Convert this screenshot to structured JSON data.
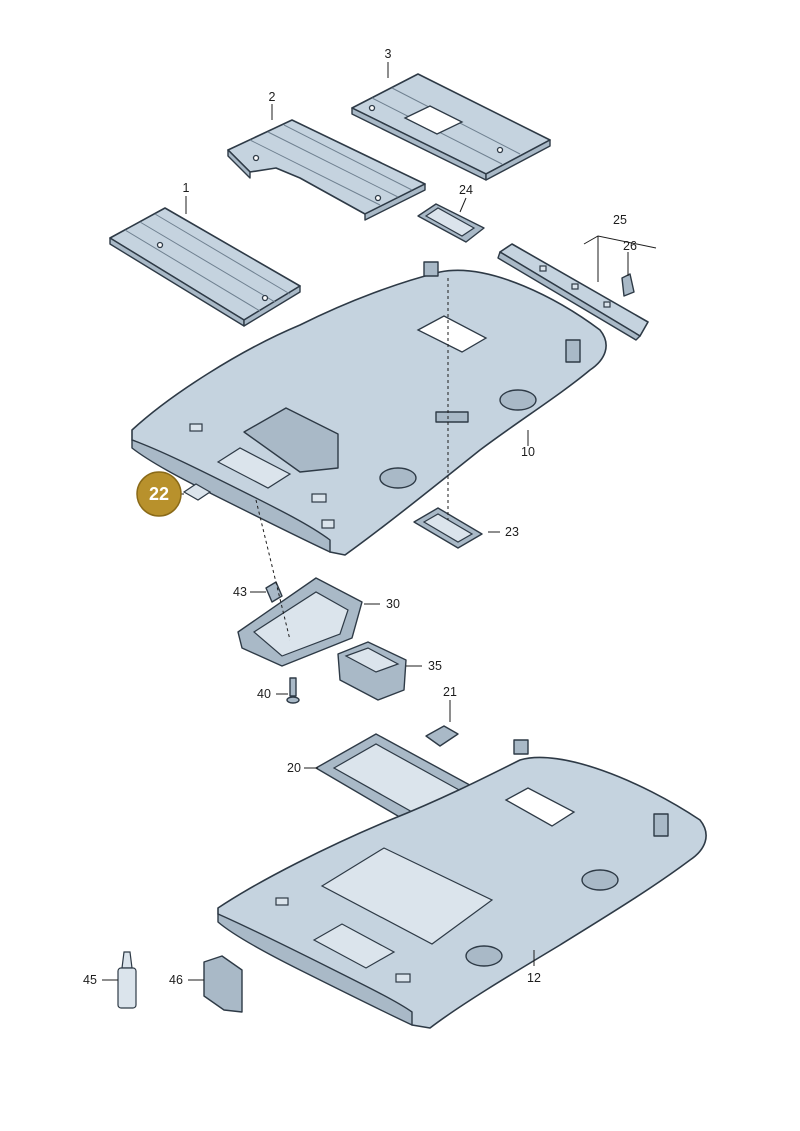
{
  "colors": {
    "part_fill": "#c5d3df",
    "outline": "#2e3a46",
    "highlight_badge": "#b8912c"
  },
  "highlighted_callout": "22",
  "callouts": {
    "c1": "1",
    "c2": "2",
    "c3": "3",
    "c10": "10",
    "c12": "12",
    "c20": "20",
    "c21": "21",
    "c22": "22",
    "c23": "23",
    "c24": "24",
    "c25": "25",
    "c26": "26",
    "c30": "30",
    "c35": "35",
    "c40": "40",
    "c43": "43",
    "c45": "45",
    "c46": "46"
  }
}
